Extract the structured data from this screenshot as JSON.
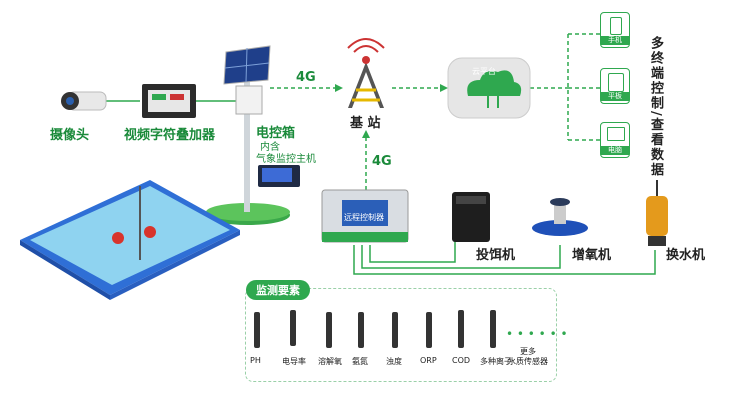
{
  "labels": {
    "camera": "摄像头",
    "video_overlay": "视频字符叠加器",
    "control_box": "电控箱",
    "control_box_sub1": "内含",
    "control_box_sub2": "气象监控主机",
    "base_station": "基 站",
    "link_4g_top": "4G",
    "link_4g_mid": "4G",
    "cloud_platform": "云平台",
    "multi_terminal": "多终端控制/查看数据",
    "feeder": "投饵机",
    "aerator": "增氧机",
    "water_pump": "换水机",
    "controller_brand": "远程控制器"
  },
  "terminals": [
    {
      "label": "手机"
    },
    {
      "label": "平板"
    },
    {
      "label": "电脑"
    }
  ],
  "monitoring": {
    "title": "监测要素",
    "sensors": [
      {
        "label": "PH"
      },
      {
        "label": "电导率"
      },
      {
        "label": "溶解氧"
      },
      {
        "label": "氨氮"
      },
      {
        "label": "浊度"
      },
      {
        "label": "ORP"
      },
      {
        "label": "COD"
      },
      {
        "label": "多种离子"
      }
    ],
    "more_1": "更多",
    "more_2": "水质传感器"
  },
  "colors": {
    "accent": "#2fa84f",
    "dash": "#2fa84f",
    "pool": "#2f6fd6",
    "water": "#8fd3f0"
  }
}
